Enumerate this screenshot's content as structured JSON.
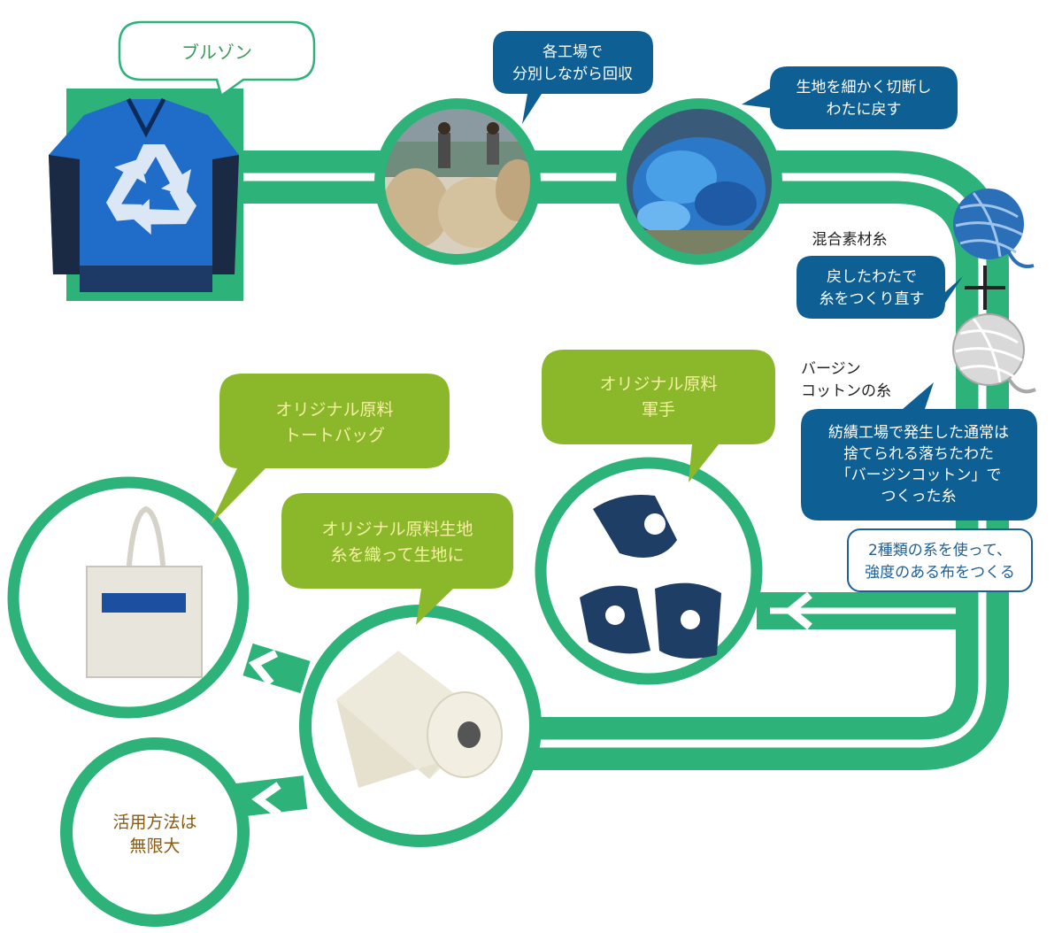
{
  "colors": {
    "track": "#2db37a",
    "bubble_blue": "#0d5f94",
    "bubble_green": "#8ab82a",
    "bubble_green_text": "#f6f0a2",
    "outline_green_text": "#3a9a5c",
    "outline_blue_text": "#1e5f94",
    "brown_text": "#8a5a10",
    "dark_text": "#222222"
  },
  "labels": {
    "jacket": "ブルゾン",
    "collect": [
      "各工場で",
      "分別しながら回収"
    ],
    "cut": [
      "生地を細かく切断し",
      "わたに戻す"
    ],
    "mixed_yarn": "混合素材糸",
    "respin": [
      "戻したわたで",
      "糸をつくり直す"
    ],
    "virgin": [
      "バージン",
      "コットンの糸"
    ],
    "virgin_desc": [
      "紡績工場で発生した通常は",
      "捨てられる落ちたわた",
      "「バージンコットン」で",
      "つくった糸"
    ],
    "two_yarns": [
      "2種類の系を使って、",
      "強度のある布をつくる"
    ],
    "gloves": [
      "オリジナル原料",
      "軍手"
    ],
    "tote": [
      "オリジナル原料",
      "トートバッグ"
    ],
    "fabric": [
      "オリジナル原料生地",
      "糸を織って生地に"
    ],
    "infinite": [
      "活用方法は",
      "無限大"
    ]
  },
  "icons": [
    "recycle-icon",
    "yarn-ball-blue-icon",
    "yarn-ball-white-icon",
    "plus-icon",
    "arrow-left-icon"
  ]
}
